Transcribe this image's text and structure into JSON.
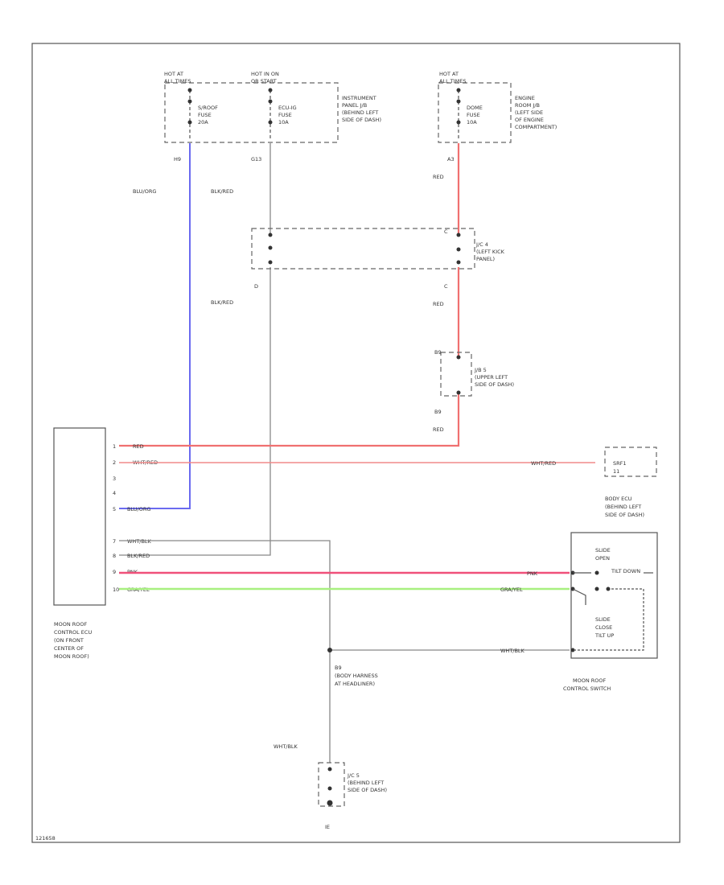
{
  "figure_id": "121658",
  "colors": {
    "blu_org": "#6a6af0",
    "blk_red": "#888888",
    "red": "#f07070",
    "wht_red": "#f08a8a",
    "pnk": "#f0507a",
    "gra_yel": "#a8f080",
    "wht_blk": "#888888",
    "frame": "#555555"
  },
  "fuse_blocks": {
    "left": {
      "hot1": "HOT AT",
      "hot1_sub": "ALL TIMES",
      "hot2": "HOT IN ON",
      "hot2_sub": "OR START",
      "fuse1": [
        "S/ROOF",
        "FUSE",
        "20A"
      ],
      "fuse2": [
        "ECU-IG",
        "FUSE",
        "10A"
      ],
      "location": [
        "INSTRUMENT",
        "PANEL J/B",
        "(BEHIND LEFT",
        "SIDE OF DASH)"
      ],
      "pin1": "H9",
      "pin2": "G13"
    },
    "right": {
      "hot": "HOT AT",
      "hot_sub": "ALL TIMES",
      "fuse": [
        "DOME",
        "FUSE",
        "10A"
      ],
      "location": [
        "ENGINE",
        "ROOM J/B",
        "(LEFT SIDE",
        "OF ENGINE",
        "COMPARTMENT)"
      ],
      "pin": "A3"
    }
  },
  "wires": {
    "blu_org": "BLU/ORG",
    "blk_red_1": "BLK/RED",
    "blk_red_2": "BLK/RED",
    "red_1": "RED",
    "red_2": "RED",
    "red_3": "RED",
    "wht_blk": "WHT/BLK"
  },
  "junctions": {
    "jc4": {
      "name": "J/C 4",
      "desc": [
        "(LEFT KICK",
        "PANEL)"
      ],
      "pin_top": "C",
      "pin_bottom": "C",
      "pin_left_bottom": "D"
    },
    "jb5": {
      "name": "J/B 5",
      "desc": [
        "(UPPER LEFT",
        "SIDE OF DASH)"
      ],
      "pin_top": "B9",
      "pin_bottom": "B9"
    },
    "jc5": {
      "name": "J/C 5",
      "desc": [
        "(BEHIND LEFT",
        "SIDE OF DASH)"
      ],
      "ground": "IE"
    }
  },
  "ecu": {
    "name": [
      "MOON ROOF",
      "CONTROL ECU",
      "(ON FRONT",
      "CENTER OF",
      "MOON ROOF)"
    ],
    "pins": [
      {
        "n": "1",
        "wire": "RED"
      },
      {
        "n": "2",
        "wire": "WHT/RED"
      },
      {
        "n": "3",
        "wire": ""
      },
      {
        "n": "4",
        "wire": ""
      },
      {
        "n": "5",
        "wire": "BLU/ORG"
      },
      {
        "n": "7",
        "wire": "WHT/BLK"
      },
      {
        "n": "8",
        "wire": "BLK/RED"
      },
      {
        "n": "9",
        "wire": "PNK"
      },
      {
        "n": "10",
        "wire": "GRA/YEL"
      }
    ]
  },
  "body_ecu": {
    "wire": "WHT/RED",
    "pin": "SRF1",
    "pin_num": "11",
    "name": [
      "BODY ECU",
      "(BEHIND LEFT",
      "SIDE OF DASH)"
    ]
  },
  "switch": {
    "top": [
      "SLIDE",
      "OPEN",
      "TILT DOWN"
    ],
    "bottom": [
      "SLIDE",
      "CLOSE",
      "TILT UP"
    ],
    "wire_pnk": "PNK",
    "wire_gra": "GRA/YEL",
    "wire_wht": "WHT/BLK",
    "name": [
      "MOON ROOF",
      "CONTROL SWITCH"
    ]
  },
  "splice": {
    "id": "B9",
    "desc": [
      "(BODY HARNESS",
      "AT HEADLINER)"
    ]
  },
  "ground_wire": "WHT/BLK"
}
